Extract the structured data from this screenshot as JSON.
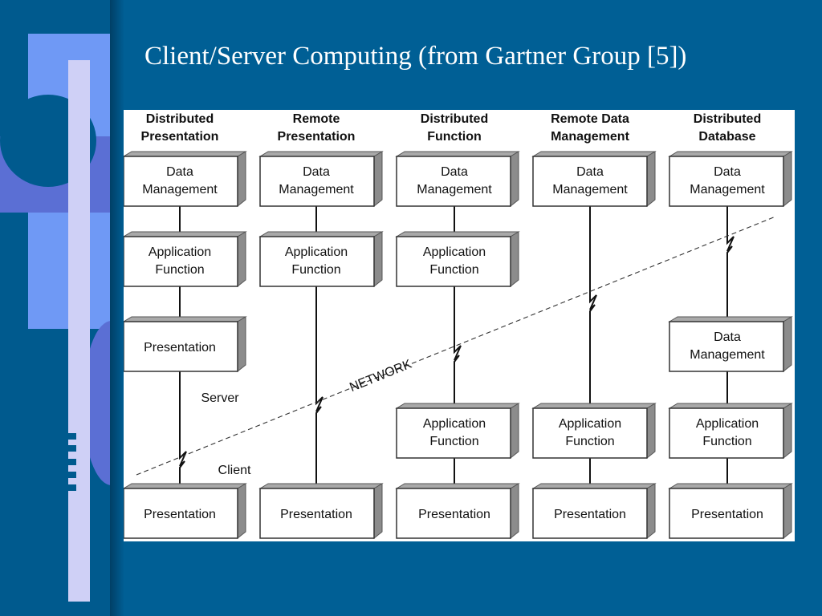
{
  "slide": {
    "title": "Client/Server Computing (from Gartner Group [5])"
  },
  "colors": {
    "background": "#005f95",
    "accent_light": "#6f99f5",
    "accent_mid": "#5b6fd4",
    "accent_pale": "#cfd0f6",
    "title_text": "#ffffff"
  },
  "diagram": {
    "columns": [
      {
        "title_line1": "Distributed",
        "title_line2": "Presentation"
      },
      {
        "title_line1": "Remote",
        "title_line2": "Presentation"
      },
      {
        "title_line1": "Distributed",
        "title_line2": "Function"
      },
      {
        "title_line1": "Remote Data",
        "title_line2": "Management"
      },
      {
        "title_line1": "Distributed",
        "title_line2": "Database"
      }
    ],
    "box_labels": {
      "data_line1": "Data",
      "data_line2": "Management",
      "app_line1": "Application",
      "app_line2": "Function",
      "presentation": "Presentation"
    },
    "network_label": "NETWORK",
    "server_label": "Server",
    "client_label": "Client"
  }
}
